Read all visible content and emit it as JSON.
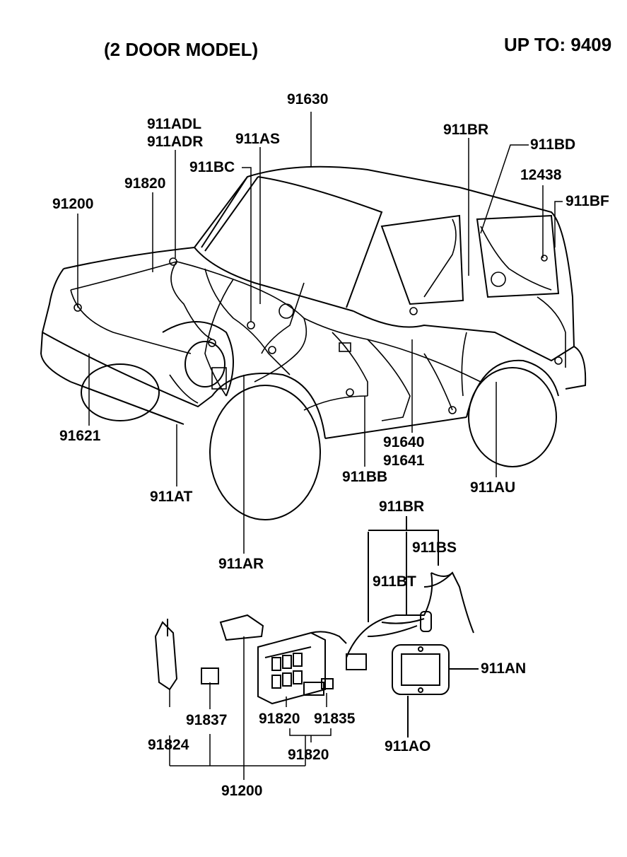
{
  "header": {
    "model": "(2 DOOR  MODEL)",
    "range": "UP TO: 9409"
  },
  "labels": {
    "l91630": "91630",
    "l911BR_top": "911BR",
    "l911BD": "911BD",
    "l12438": "12438",
    "l911BF": "911BF",
    "l911ADL": "911ADL",
    "l911ADR": "911ADR",
    "l911AS": "911AS",
    "l911BC": "911BC",
    "l91820_top": "91820",
    "l91200_top": "91200",
    "l91621": "91621",
    "l911AT": "911AT",
    "l911AR": "911AR",
    "l911BB": "911BB",
    "l91640": "91640",
    "l91641": "91641",
    "l911AU": "911AU",
    "l911BR_mid": "911BR",
    "l911BS": "911BS",
    "l911BT": "911BT",
    "l911AN": "911AN",
    "l911AO": "911AO",
    "l91824": "91824",
    "l91837": "91837",
    "l91820_a": "91820",
    "l91835": "91835",
    "l91820_b": "91820",
    "l91200_bot": "91200"
  }
}
